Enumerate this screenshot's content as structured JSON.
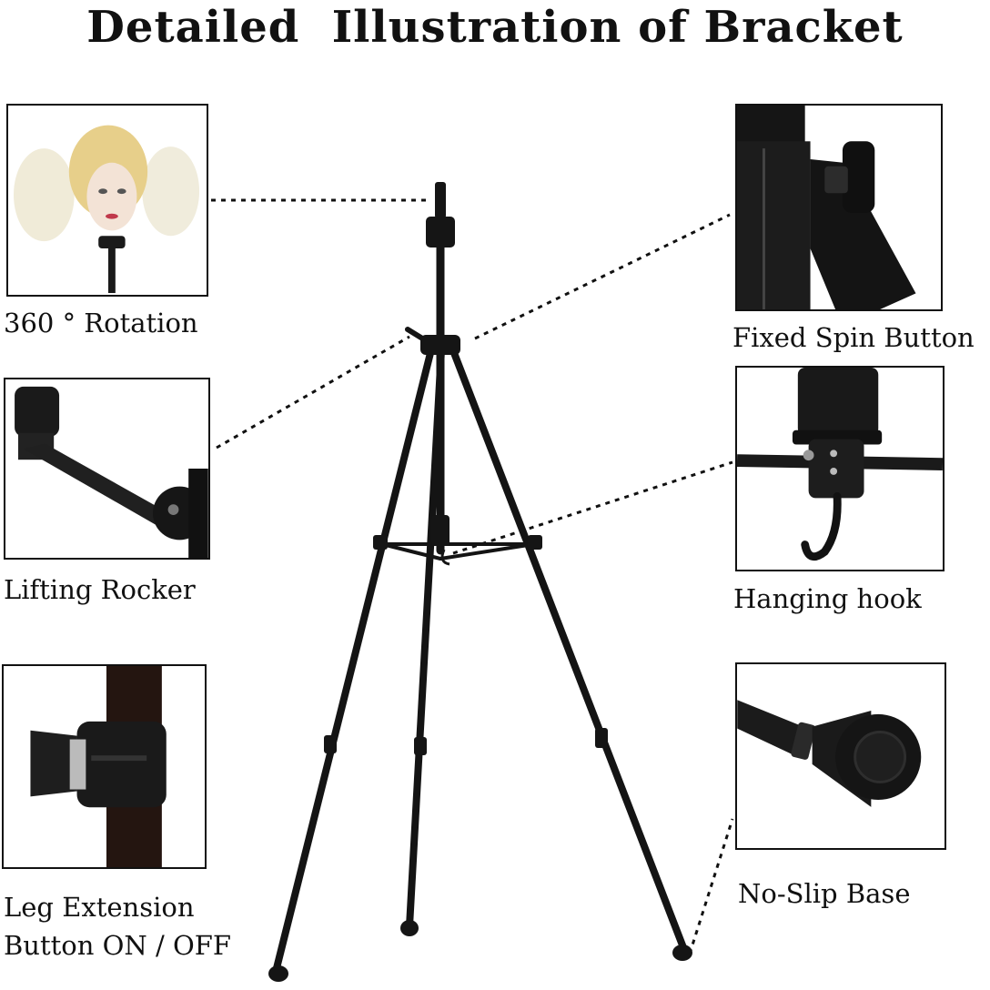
{
  "title": "Detailed  Illustration of Bracket",
  "features": {
    "rotation": "360 ° Rotation",
    "lifting_rocker": "Lifting Rocker",
    "leg_extension_line1": "Leg Extension",
    "leg_extension_line2": "Button ON / OFF",
    "fixed_spin": "Fixed Spin Button",
    "hanging_hook": "Hanging hook",
    "no_slip": "No-Slip Base"
  },
  "icons": [
    "mannequin-head-icon",
    "rocker-arm-icon",
    "leg-clamp-icon",
    "spin-knob-icon",
    "hook-icon",
    "rubber-foot-icon",
    "tripod-icon"
  ]
}
